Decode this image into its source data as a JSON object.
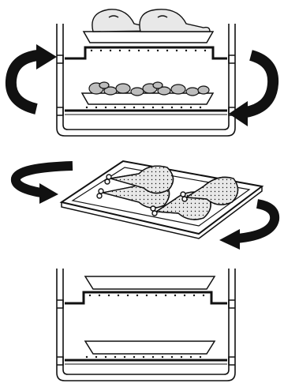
{
  "diagram": {
    "type": "oven-cooking-instructions",
    "line_color": "#111111",
    "fill_color": "#ffffff",
    "food_fill": "#e4e4e4",
    "veg_fill": "#b8b8b8",
    "panels": [
      {
        "id": "two-level-cooking",
        "contents": [
          "roast-chicken-legs",
          "roast-vegetables"
        ],
        "arrows": [
          "swap-up-arrow",
          "swap-down-arrow"
        ]
      },
      {
        "id": "turn-tray",
        "contents": [
          "four-chicken-legs-on-tray"
        ],
        "arrows": [
          "rotate-left-arrow",
          "rotate-right-arrow"
        ]
      },
      {
        "id": "two-empty-dishes",
        "contents": [
          "empty-upper-dish",
          "empty-lower-dish"
        ],
        "arrows": []
      }
    ]
  }
}
